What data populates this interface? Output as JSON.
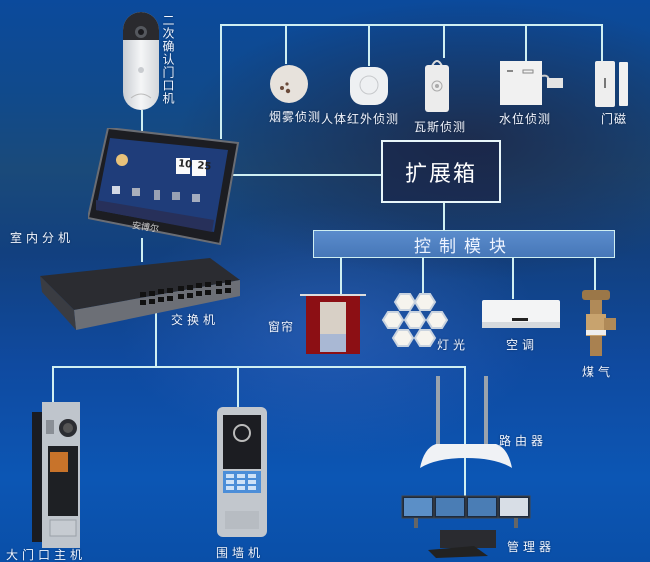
{
  "title": "智能家居系统拓扑图",
  "colors": {
    "background": "#0f4a9a",
    "connector_line": "#cfeff2",
    "control_module_fill": "#5283c2",
    "expand_box_fill": "#1e2a4a"
  },
  "devices": {
    "doorbell": {
      "label": "二次确认门口机",
      "icon": "doorbell-camera-icon"
    },
    "indoor_unit": {
      "label": "室内分机",
      "icon": "tablet-icon",
      "screen_time": [
        "10",
        "25"
      ],
      "brand": "安博尔"
    },
    "switch": {
      "label": "交换机",
      "icon": "network-switch-icon"
    },
    "main_gate": {
      "label": "大门口主机",
      "icon": "door-station-icon"
    },
    "wall_unit": {
      "label": "围墙机",
      "icon": "keypad-intercom-icon"
    },
    "router": {
      "label": "路由器",
      "icon": "wifi-router-icon"
    },
    "manager": {
      "label": "管理器",
      "icon": "computer-workstation-icon"
    }
  },
  "sensors": [
    {
      "label": "烟雾侦测",
      "icon": "smoke-detector-icon"
    },
    {
      "label": "人体红外侦测",
      "icon": "pir-sensor-icon"
    },
    {
      "label": "瓦斯侦测",
      "icon": "gas-detector-icon"
    },
    {
      "label": "水位侦测",
      "icon": "water-sensor-icon"
    },
    {
      "label": "门磁",
      "icon": "door-contact-icon"
    }
  ],
  "expansion_box": {
    "label": "扩展箱"
  },
  "control_module": {
    "label": "控制模块"
  },
  "actuators": [
    {
      "label": "窗帘",
      "icon": "curtain-icon"
    },
    {
      "label": "灯光",
      "icon": "ceiling-light-icon"
    },
    {
      "label": "空调",
      "icon": "air-conditioner-icon"
    },
    {
      "label": "煤气",
      "icon": "gas-valve-icon"
    }
  ]
}
